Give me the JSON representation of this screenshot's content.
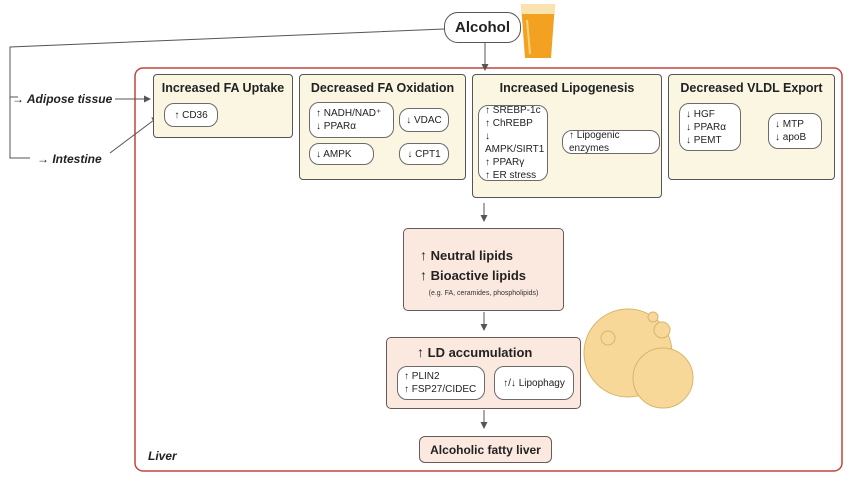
{
  "alcohol": "Alcohol",
  "inputs": {
    "adipose": "Adipose tissue",
    "intestine": "Intestine"
  },
  "liver_label": "Liver",
  "panels": {
    "uptake": {
      "title": "Increased FA Uptake",
      "items": [
        "↑ CD36"
      ]
    },
    "oxidation": {
      "title": "Decreased FA Oxidation",
      "box1": [
        "↑ NADH/NAD⁺",
        "↓ PPARα"
      ],
      "box2": "↓ VDAC",
      "box3": "↓ AMPK",
      "box4": "↓ CPT1"
    },
    "lipogenesis": {
      "title": "Increased Lipogenesis",
      "list": [
        "↑ SREBP-1c",
        "↑ ChREBP",
        "↓ AMPK/SIRT1",
        "↑ PPARγ",
        "↑ ER stress"
      ],
      "result": "↑ Lipogenic enzymes"
    },
    "vldl": {
      "title": "Decreased VLDL Export",
      "list": [
        "↓ HGF",
        "↓ PPARα",
        "↓ PEMT"
      ],
      "result": [
        "↓ MTP",
        "↓ apoB"
      ]
    }
  },
  "lipids": {
    "line1": "Neutral lipids",
    "line2": "Bioactive lipids",
    "note": "(e.g. FA, ceramides, phospholipids)",
    "arrow": "🠕"
  },
  "ld": {
    "title": "LD accumulation",
    "left": [
      "↑ PLIN2",
      "↑ FSP27/CIDEC"
    ],
    "right": "↑/↓ Lipophagy"
  },
  "outcome": "Alcoholic fatty liver",
  "colors": {
    "panel": "#faf6e2",
    "pink": "#fbe9e0",
    "liver_border": "#c0453d",
    "droplet": "#f7d898",
    "beer": "#f2a120"
  }
}
